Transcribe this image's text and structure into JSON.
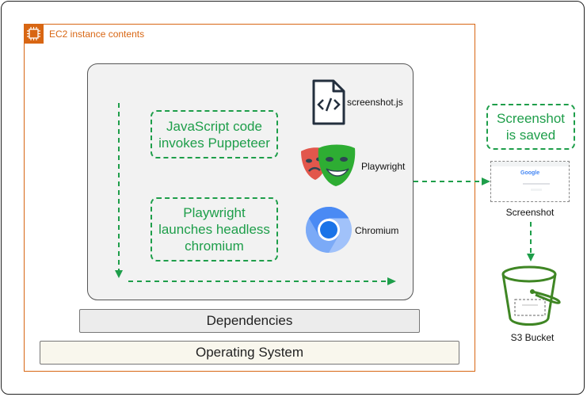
{
  "ec2": {
    "label": "EC2 instance contents"
  },
  "boxes": {
    "js_code": {
      "line1": "JavaScript code",
      "line2": "invokes Puppeteer"
    },
    "playwright_launch": {
      "line1": "Playwright",
      "line2": "launches headless",
      "line3": "chromium"
    },
    "saved": {
      "line1": "Screenshot",
      "line2": "is saved"
    }
  },
  "icons": {
    "file": {
      "label": "screenshot.js",
      "name": "code-file-icon"
    },
    "playwright": {
      "label": "Playwright",
      "name": "playwright-masks-icon"
    },
    "chromium": {
      "label": "Chromium",
      "name": "chromium-icon"
    }
  },
  "layers": {
    "dependencies": "Dependencies",
    "os": "Operating System"
  },
  "outputs": {
    "screenshot": "Screenshot",
    "bucket": "S3 Bucket"
  },
  "thumbnail": {
    "brand": "Google"
  },
  "colors": {
    "aws_orange": "#d86613",
    "flow_green": "#1e9e4a",
    "bucket_green": "#3f8624",
    "chromium_blue": "#4285f4"
  }
}
